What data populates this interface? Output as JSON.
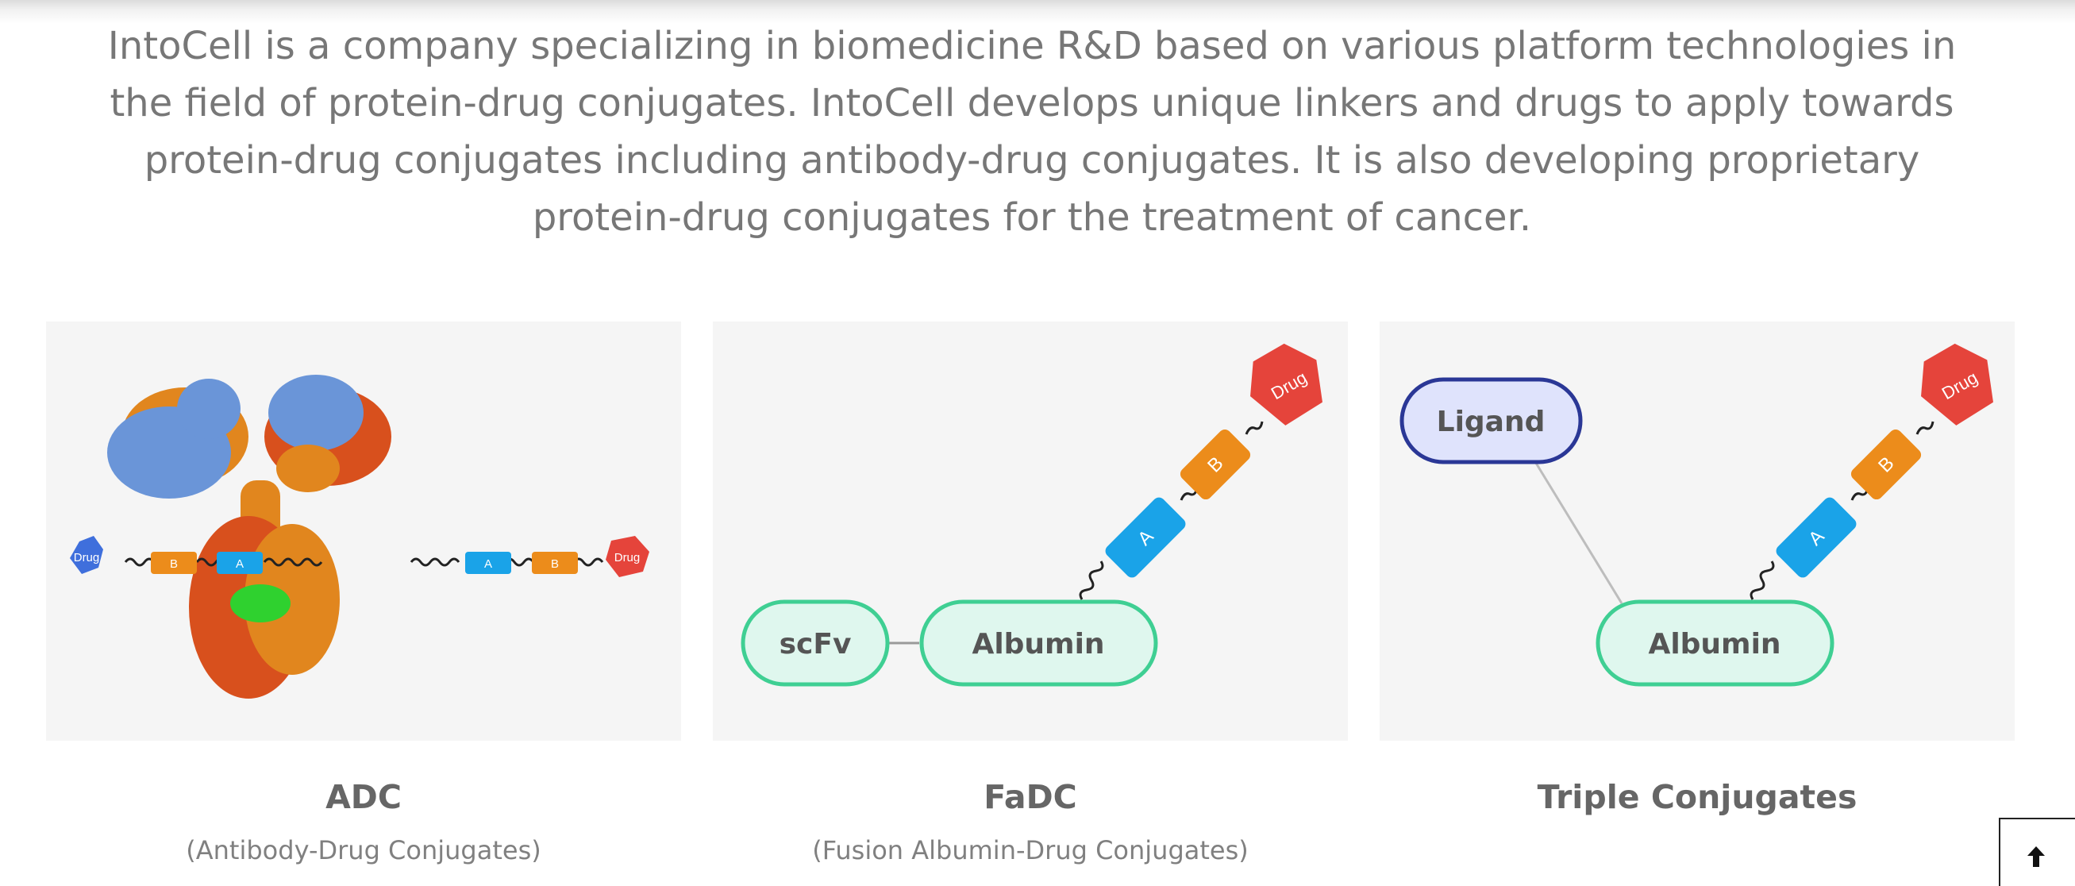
{
  "intro": {
    "text": "IntoCell is a company specializing in biomedicine R&D based on various platform technologies in the field of protein-drug conjugates. IntoCell develops unique linkers and drugs to apply towards protein-drug conjugates including antibody-drug conjugates. It is also developing proprietary protein-drug conjugates for the treatment of cancer."
  },
  "cards": [
    {
      "title": "ADC",
      "subtitle": "(Antibody-Drug Conjugates)",
      "labels": {
        "drug_left": "Drug",
        "b_left": "B",
        "a_left": "A",
        "a_right": "A",
        "b_right": "B",
        "drug_right": "Drug"
      }
    },
    {
      "title": "FaDC",
      "subtitle": "(Fusion Albumin-Drug Conjugates)",
      "labels": {
        "scfv": "scFv",
        "albumin": "Albumin",
        "a": "A",
        "b": "B",
        "drug": "Drug"
      }
    },
    {
      "title": "Triple Conjugates",
      "subtitle": "",
      "labels": {
        "ligand": "Ligand",
        "albumin": "Albumin",
        "a": "A",
        "b": "B",
        "drug": "Drug"
      }
    }
  ],
  "colors": {
    "text_gray": "#777777",
    "card_bg": "#f5f5f5",
    "linker_a": "#1aa3e8",
    "linker_b": "#ec8c1b",
    "drug_red": "#e5443b",
    "drug_blue": "#3f6fdc",
    "albumin_fill": "#dff7ee",
    "albumin_stroke": "#3fcf93",
    "ligand_fill": "#dfe3fc",
    "ligand_stroke": "#2a3796",
    "antibody_blue": "#6a95d8",
    "antibody_orange": "#e1861e",
    "antibody_red": "#d8501d",
    "antibody_green": "#2fd12f"
  },
  "back_to_top": {
    "icon": "arrow-up-icon"
  }
}
